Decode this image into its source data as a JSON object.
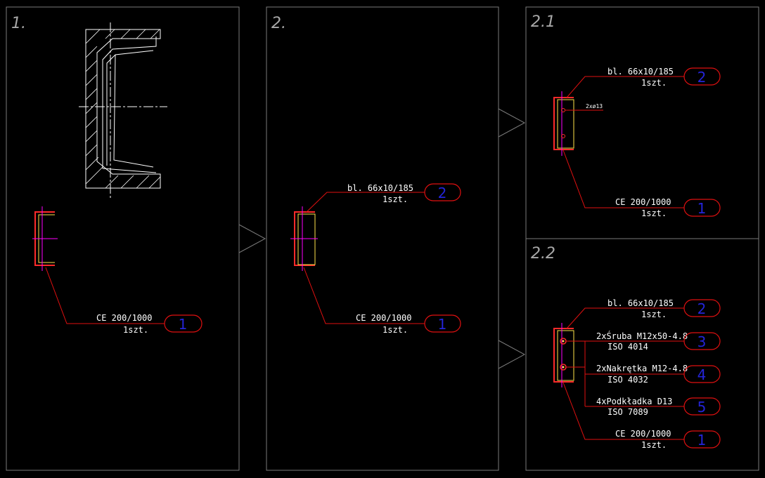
{
  "panels": [
    {
      "number": "1."
    },
    {
      "number": "2."
    },
    {
      "number": "2.1"
    },
    {
      "number": "2.2"
    }
  ],
  "panel1": {
    "callout1": {
      "line1": "CE 200/1000",
      "line2": "1szt.",
      "bubble": "1"
    }
  },
  "panel2": {
    "callout2": {
      "line1": "bl. 66x10/185",
      "line2": "1szt.",
      "bubble": "2"
    },
    "callout1": {
      "line1": "CE 200/1000",
      "line2": "1szt.",
      "bubble": "1"
    }
  },
  "panel21": {
    "callout2": {
      "line1": "bl. 66x10/185",
      "line2": "1szt.",
      "bubble": "2"
    },
    "hole_note": "2xø13",
    "callout1": {
      "line1": "CE 200/1000",
      "line2": "1szt.",
      "bubble": "1"
    }
  },
  "panel22": {
    "callout2": {
      "line1": "bl. 66x10/185",
      "line2": "1szt.",
      "bubble": "2"
    },
    "callout3": {
      "line1": "2xŚruba M12x50-4.8",
      "line2": "ISO 4014",
      "bubble": "3"
    },
    "callout4": {
      "line1": "2xNakrętka M12-4.8",
      "line2": "ISO 4032",
      "bubble": "4"
    },
    "callout5": {
      "line1": "4xPodkładka D13",
      "line2": "ISO 7089",
      "bubble": "5"
    },
    "callout1": {
      "line1": "CE 200/1000",
      "line2": "1szt.",
      "bubble": "1"
    }
  },
  "colors": {
    "frame": "#7a7a7a",
    "leader": "#e01010",
    "profile": "#ff2a2a",
    "bubble_text": "#2424d8",
    "centerline": "#ff00ff",
    "plate": "#ffe34a"
  }
}
